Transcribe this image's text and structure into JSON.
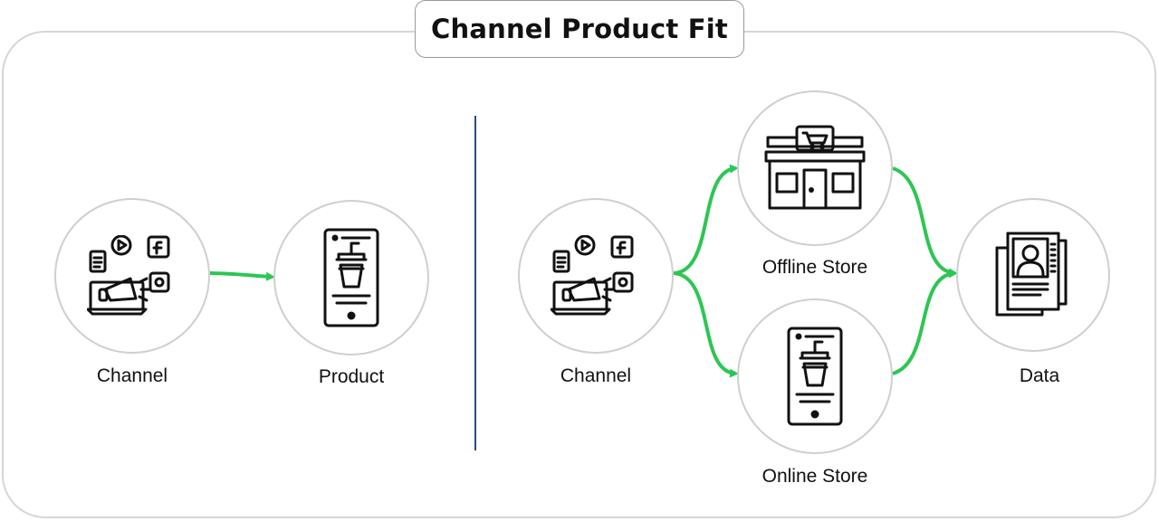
{
  "title": "Channel Product Fit",
  "left_diagram": {
    "channel_label": "Channel",
    "product_label": "Product"
  },
  "right_diagram": {
    "channel_label": "Channel",
    "offline_label": "Offline Store",
    "online_label": "Online Store",
    "data_label": "Data"
  },
  "colors": {
    "arrow": "#2dc653",
    "circle_border": "#cfcfcf",
    "divider": "#2d4a80",
    "icon_stroke": "#111111"
  },
  "icons": {
    "channel": "marketing-channel-icon",
    "product": "mobile-drink-icon",
    "offline": "storefront-icon",
    "online": "mobile-drink-icon",
    "data": "profile-documents-icon"
  }
}
